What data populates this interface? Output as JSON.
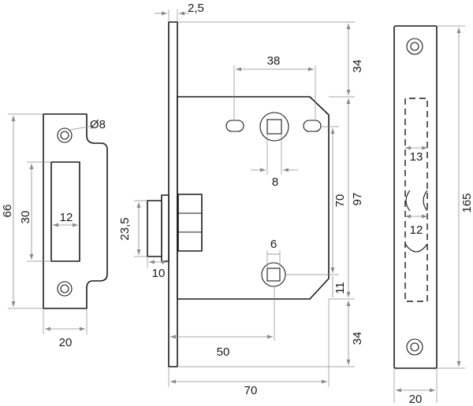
{
  "dimensions": {
    "faceplate_thickness": "2,5",
    "keyhole_spacing": "38",
    "top_offset": "34",
    "strike_hole_diameter": "Ø8",
    "follower_square": "8",
    "strike_height": "66",
    "strike_opening_height": "30",
    "strike_opening_width": "12",
    "strike_width": "20",
    "latch_height": "23,5",
    "latch_projection": "10",
    "spindle_square": "6",
    "backset": "50",
    "case_depth": "70",
    "centers_distance": "70",
    "case_height": "97",
    "spindle_offset": "11",
    "bottom_offset": "34",
    "plate_opening_width": "13",
    "plate_lower_width": "12",
    "plate_height": "165",
    "plate_width": "20"
  }
}
